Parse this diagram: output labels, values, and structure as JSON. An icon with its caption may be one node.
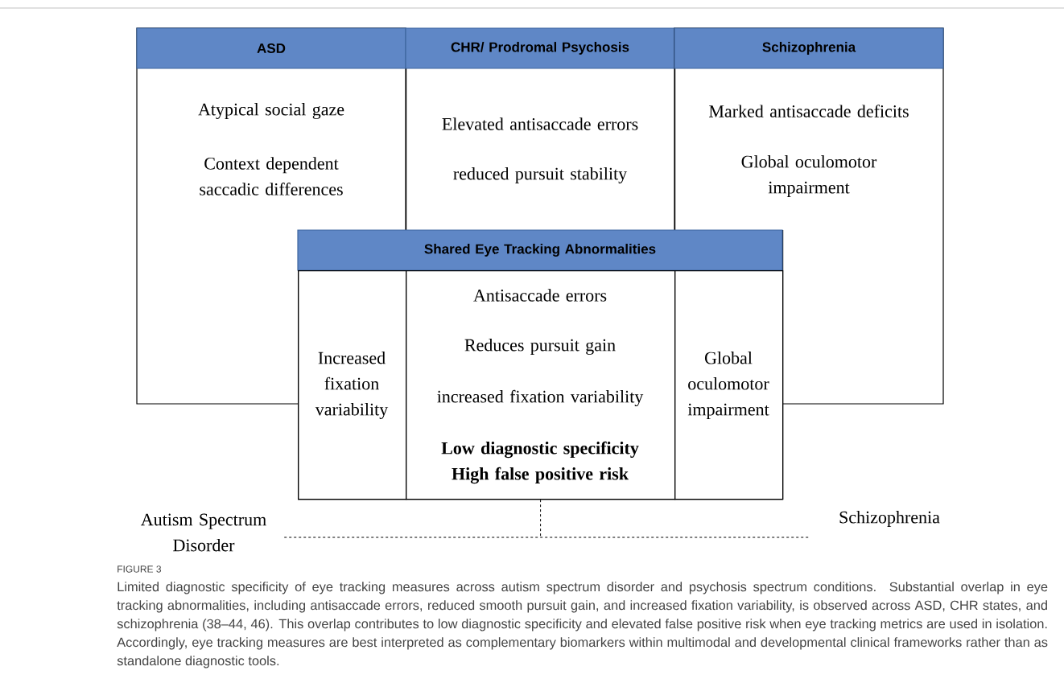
{
  "diagram": {
    "title": "FIGURE 3",
    "caption": "Limited diagnostic specificity of eye tracking measures across autism spectrum disorder and psychosis spectrum conditions. Substantial overlap in eye tracking abnormalities, including antisaccade errors, reduced smooth pursuit gain, and increased fixation variability, is observed across ASD, CHR states, and schizophrenia (38–44, 46). This overlap contributes to low diagnostic specificity and elevated false positive risk when eye tracking metrics are used in isolation. Accordingly, eye tracking measures are best interpreted as complementary biomarkers within multimodal and developmental clinical frameworks rather than as standalone diagnostic tools.",
    "nodes": [
      {
        "text": [
          "ASD",
          "Atypical social gaze",
          "Context dependent saccadic differences"
        ]
      },
      {
        "text": [
          "CHR/ Prodromal Psychosis",
          "Elevated antisaccade errors",
          "reduced pursuit stability"
        ]
      },
      {
        "text": [
          "Schizophrenia",
          "Marked antisaccade deficits",
          "Global oculomotor impairment"
        ]
      },
      {
        "text": [
          "Shared Eye Tracking Abnormalities"
        ]
      },
      {
        "text": [
          "Increased fixation variability"
        ],
        "in": 3
      },
      {
        "text": [
          "Antisaccade errors",
          "Reduces pursuit gain",
          "increased fixation variability",
          "Low diagnostic specificity",
          "High false positive risk"
        ],
        "in": 3
      },
      {
        "text": [
          "Global oculomotor impairment"
        ],
        "in": 3
      },
      {
        "text": [
          "Autism Spectrum Disorder"
        ]
      },
      {
        "text": [
          "Schizophrenia"
        ]
      }
    ],
    "edges": [
      {
        "from": 5,
        "to": null,
        "arrow": "none",
        "style": "dashed"
      },
      {
        "from": 7,
        "to": 8,
        "arrow": "none",
        "style": "dashed"
      }
    ]
  }
}
